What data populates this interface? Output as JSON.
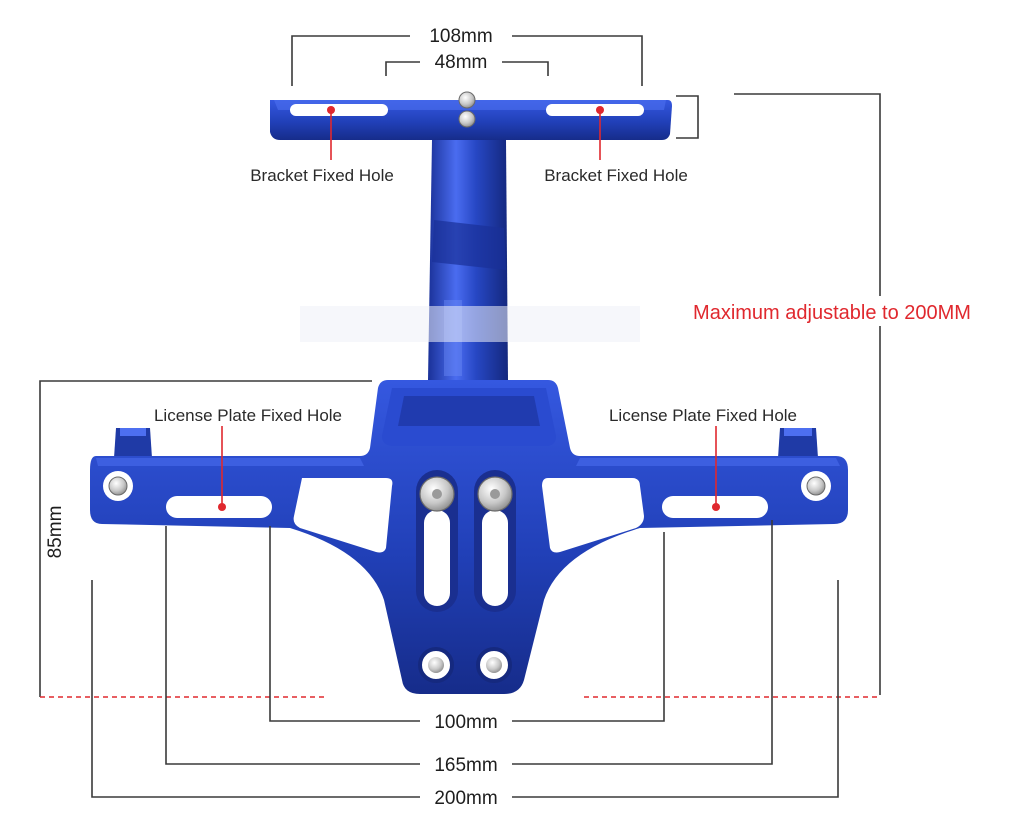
{
  "dimensions": {
    "top_outer": "108mm",
    "top_inner": "48mm",
    "height": "85mm",
    "hole_spacing": "100mm",
    "plate_width": "165mm",
    "total_width": "200mm"
  },
  "labels": {
    "bracket_hole_left": "Bracket Fixed Hole",
    "bracket_hole_right": "Bracket Fixed Hole",
    "plate_hole_left": "License Plate Fixed Hole",
    "plate_hole_right": "License Plate Fixed Hole",
    "adjustable_note": "Maximum adjustable to 200MM"
  },
  "colors": {
    "bracket_blue": "#2140b8",
    "accent_red": "#e0282e",
    "line": "#3a3a3a"
  }
}
